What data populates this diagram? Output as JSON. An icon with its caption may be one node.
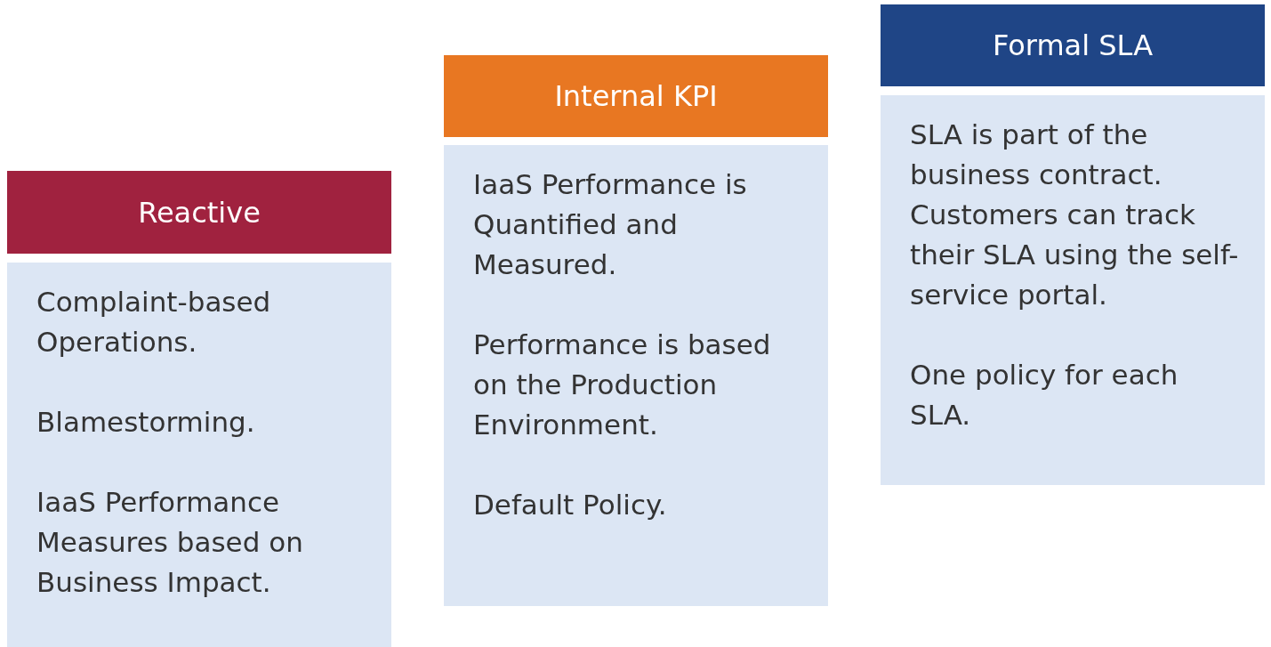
{
  "diagram": {
    "nodes": [
      {
        "text": [
          "Reactive"
        ]
      },
      {
        "text": [
          "Complaint-based Operations.",
          "Blamestorming.",
          "IaaS Performance Measures based on Business Impact."
        ]
      },
      {
        "text": [
          "Internal KPI"
        ]
      },
      {
        "text": [
          "IaaS Performance is Quantified and Measured.",
          "Performance is based on the Production Environment.",
          "Default Policy."
        ]
      },
      {
        "text": [
          "Formal SLA"
        ]
      },
      {
        "text": [
          "SLA is part of the business contract. Customers can track their SLA using the self-service portal.",
          "One policy for each SLA."
        ]
      }
    ]
  }
}
